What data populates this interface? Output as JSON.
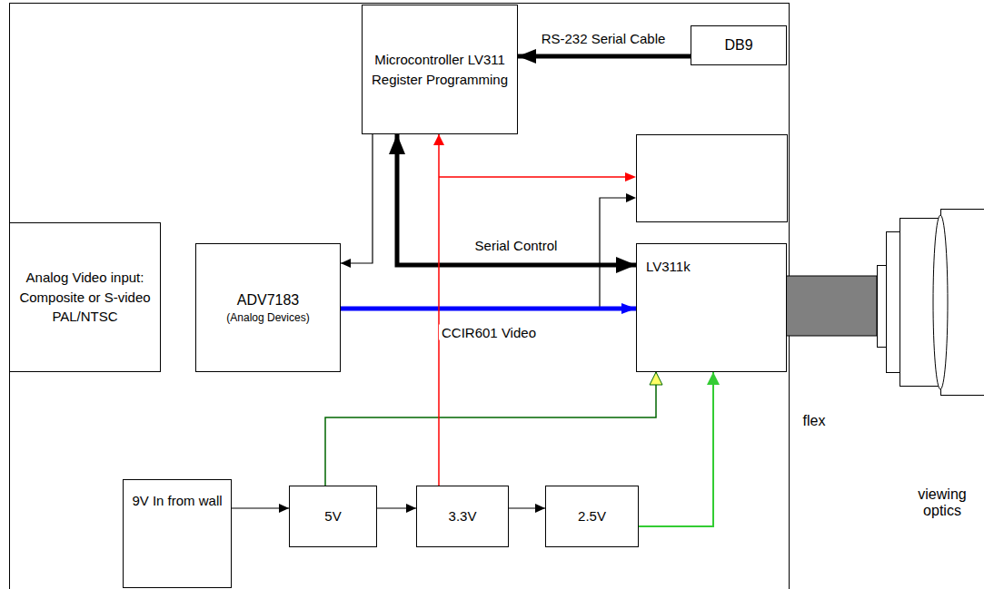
{
  "diagram": {
    "nodes": [
      {
        "text": [
          "Microcontroller LV311 Register Programming"
        ]
      },
      {
        "text": [
          "DB9"
        ]
      },
      {
        "text": [
          "Analog Video input: Composite or S-video PAL/NTSC"
        ]
      },
      {
        "text": [
          "ADV7183",
          "(Analog Devices)"
        ]
      },
      {
        "text": [
          "LV311k"
        ]
      },
      {
        "text": [
          "9V In from wall"
        ]
      },
      {
        "text": [
          "5V"
        ]
      },
      {
        "text": [
          "3.3V"
        ]
      },
      {
        "text": [
          "2.5V"
        ]
      }
    ],
    "edges": [
      {
        "from": 1,
        "to": 0,
        "label": "RS-232 Serial Cable",
        "arrow": "to"
      },
      {
        "from": 0,
        "to": 3,
        "arrow": "to"
      },
      {
        "from": 0,
        "to": 4,
        "label": "Serial Control",
        "arrow": "both"
      },
      {
        "from": 3,
        "to": 4,
        "label": "CCIR601 Video",
        "arrow": "to"
      },
      {
        "from": 5,
        "to": 6,
        "arrow": "to"
      },
      {
        "from": 6,
        "to": 7,
        "arrow": "to"
      },
      {
        "from": 7,
        "to": 8,
        "arrow": "to"
      },
      {
        "from": 6,
        "to": 4,
        "arrow": "to"
      },
      {
        "from": 8,
        "to": 4,
        "arrow": "to"
      },
      {
        "from": 7,
        "to": 0,
        "arrow": "to"
      }
    ],
    "labels": [
      "flex",
      "viewing optics"
    ]
  }
}
